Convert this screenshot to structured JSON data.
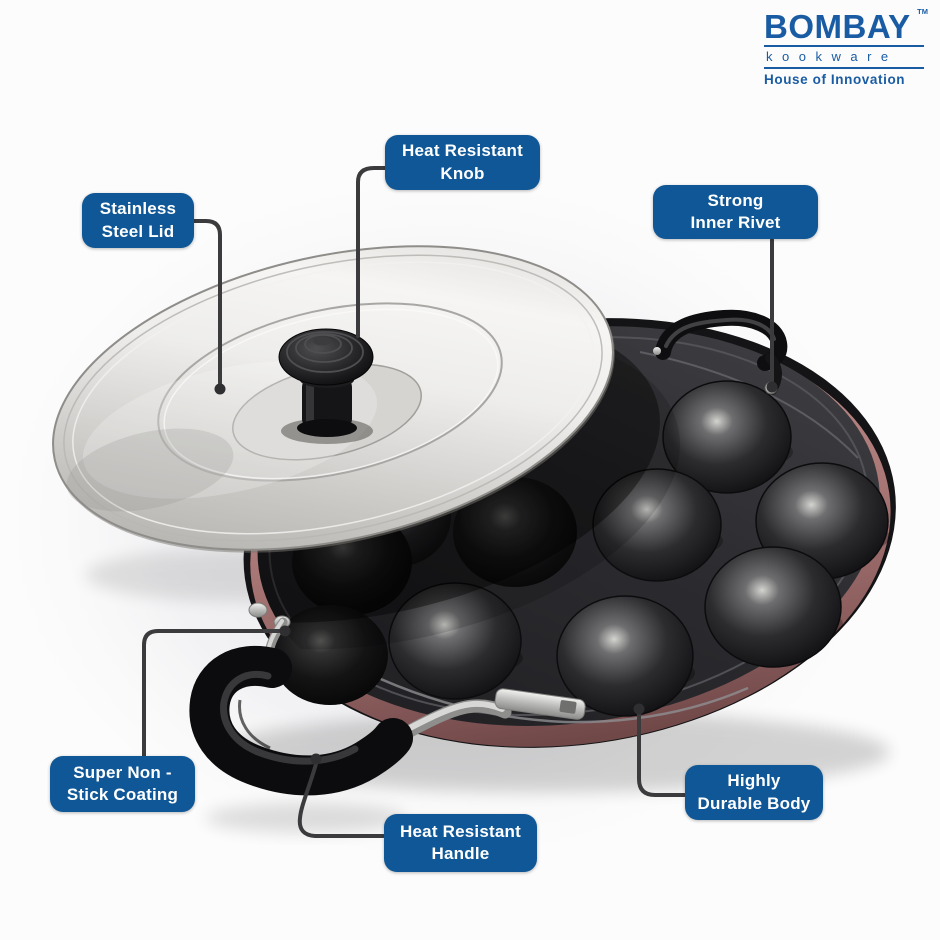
{
  "logo": {
    "brand": "BOMBAY",
    "trademark": "TM",
    "subbrand": "kookware",
    "tagline": "House of Innovation",
    "color": "#1a5ca3"
  },
  "callouts": [
    {
      "id": "stainless-steel-lid",
      "line1": "Stainless",
      "line2": "Steel Lid"
    },
    {
      "id": "heat-resistant-knob",
      "line1": "Heat Resistant",
      "line2": "Knob"
    },
    {
      "id": "strong-inner-rivet",
      "line1": "Strong",
      "line2": "Inner Rivet"
    },
    {
      "id": "super-non-stick-coating",
      "line1": "Super Non -",
      "line2": "Stick Coating"
    },
    {
      "id": "heat-resistant-handle",
      "line1": "Heat Resistant",
      "line2": "Handle"
    },
    {
      "id": "highly-durable-body",
      "line1": "Highly",
      "line2": "Durable Body"
    }
  ],
  "style": {
    "callout_background": "#0f5796",
    "callout_text": "#ffffff",
    "connector_color": "#3b3b3d",
    "pan_body_maroon": "#aa7877",
    "lid_metal": "#d9d8d5",
    "nonstick_black": "#232326",
    "page_background": "#fcfcfc"
  }
}
